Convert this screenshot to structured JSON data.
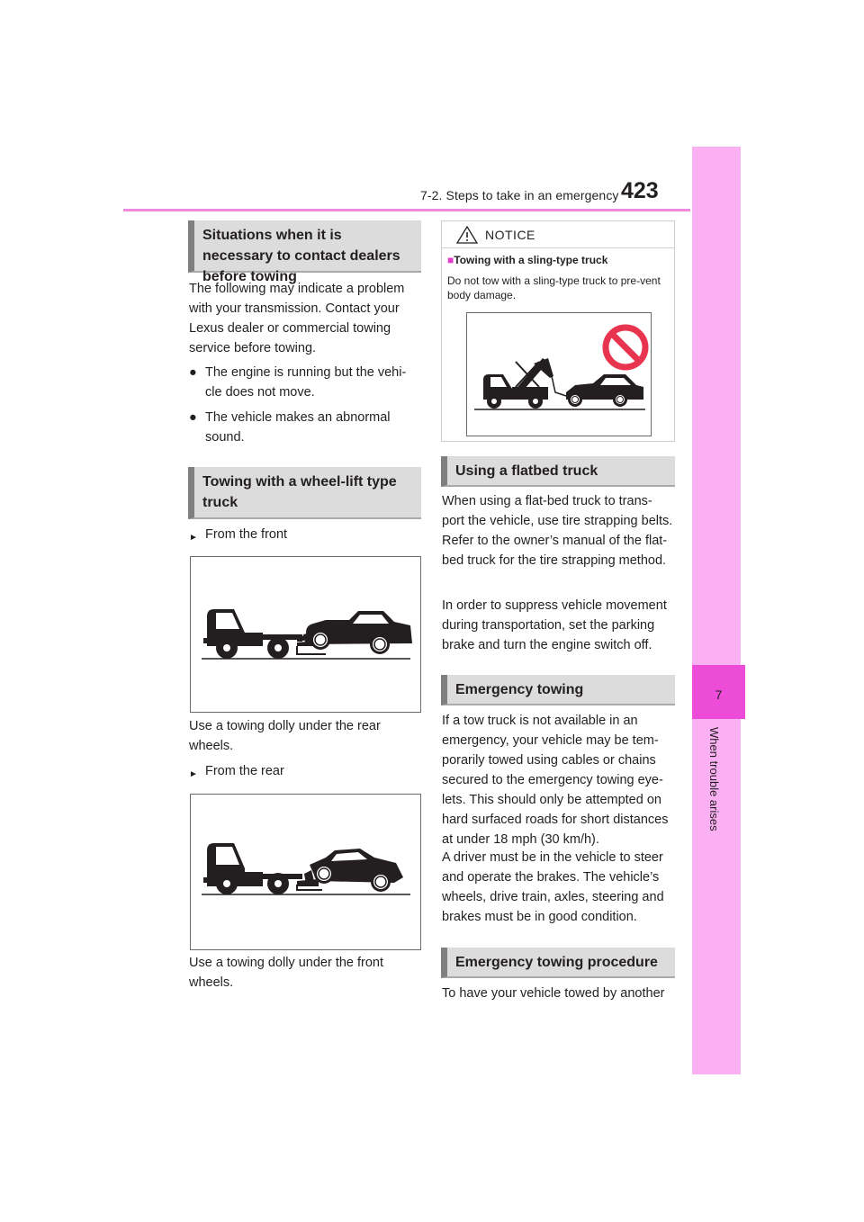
{
  "header": {
    "section_title": "7-2. Steps to take in an emergency",
    "page_number": "423"
  },
  "side_tab": {
    "chapter_number": "7",
    "chapter_title": "When trouble arises"
  },
  "left": {
    "sec1_heading": "Situations when it is necessary to contact dealers before towing",
    "sec1_para": "The following may indicate a problem with your transmission. Contact your Lexus dealer or commercial towing service before towing.",
    "sec1_bullets": [
      "The engine is running but the vehi-cle does not move.",
      "The vehicle makes an abnormal sound."
    ],
    "sec2_heading": "Towing with a wheel-lift type truck",
    "front_label": "From the front",
    "front_caption": "Use a towing dolly under the rear wheels.",
    "rear_label": "From the rear",
    "rear_caption": "Use a towing dolly under the front wheels."
  },
  "notice": {
    "title": "NOTICE",
    "subheading": "Towing with a sling-type truck",
    "text": "Do not tow with a sling-type truck to pre-vent body damage."
  },
  "right": {
    "flatbed_heading": "Using a flatbed truck",
    "flatbed_para1": "When using a flat-bed truck to trans-port the vehicle, use tire strapping belts. Refer to the owner’s manual of the flat-bed truck for the tire strapping method.",
    "flatbed_para2": "In order to suppress vehicle movement during transportation, set the parking brake and turn the engine switch off.",
    "emerg_heading": "Emergency towing",
    "emerg_para1": "If a tow truck is not available in an emergency, your vehicle may be tem-porarily towed using cables or chains secured to the emergency towing eye-lets. This should only be attempted on hard surfaced roads for short distances at under 18 mph (30 km/h).",
    "emerg_para2": "A driver must be in the vehicle to steer and operate the brakes. The vehicle’s wheels, drive train, axles, steering and brakes must be in good condition.",
    "proc_heading": "Emergency towing procedure",
    "proc_para": "To have your vehicle towed by another"
  },
  "icons": {
    "bullet": "bullet-dot-icon",
    "arrow": "triangle-arrow-icon",
    "warning": "warning-triangle-icon",
    "prohibited": "prohibited-sign-icon"
  },
  "colors": {
    "accent_pink": "#ed4cd9",
    "tab_pink": "#fbb0f3",
    "header_line": "#f08ae0",
    "prohibit_red": "#e8344e",
    "heading_bg": "#dcdcdc"
  }
}
